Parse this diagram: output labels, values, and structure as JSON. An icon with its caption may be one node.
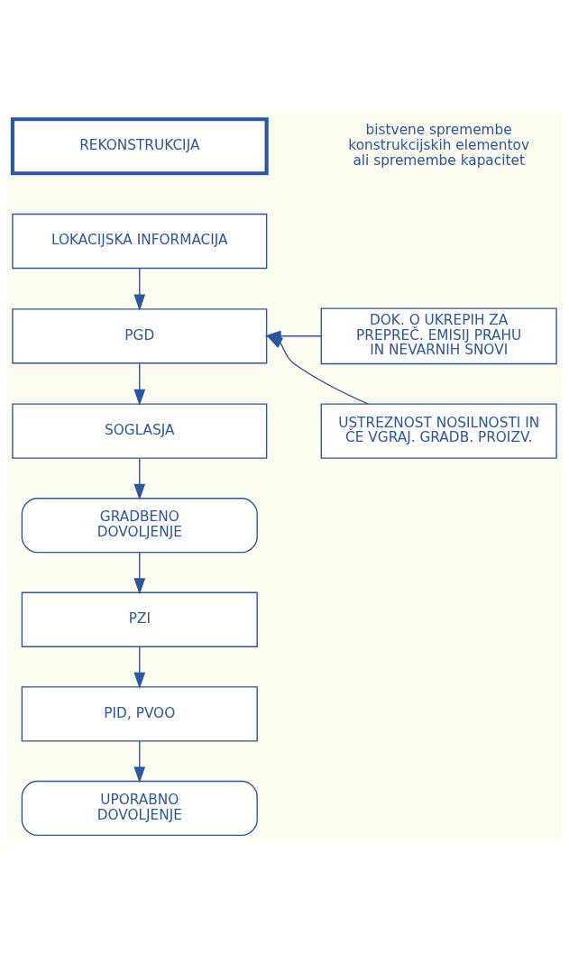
{
  "diagram": {
    "nodes": [
      {
        "text": [
          "REKONSTRUKCIJA"
        ]
      },
      {
        "text": [
          "LOKACIJSKA INFORMACIJA"
        ]
      },
      {
        "text": [
          "PGD"
        ]
      },
      {
        "text": [
          "DOK. O UKREPIH ZA PREPREČ. EMISIJ PRAHU IN NEVARNIH SNOVI"
        ]
      },
      {
        "text": [
          "SOGLASJA"
        ]
      },
      {
        "text": [
          "USTREZNOST NOSILNOSTI IN ČE VGRAJ. GRADB. PROIZV."
        ]
      },
      {
        "text": [
          "GRADBENO DOVOLJENJE"
        ]
      },
      {
        "text": [
          "PZI"
        ]
      },
      {
        "text": [
          "PID, PVOO"
        ]
      },
      {
        "text": [
          "UPORABNO DOVOLJENJE"
        ]
      }
    ],
    "edges": [
      {
        "from": 1,
        "to": 2,
        "arrow": "to"
      },
      {
        "from": 3,
        "to": 2,
        "arrow": "to"
      },
      {
        "from": 5,
        "to": 2,
        "arrow": "to"
      },
      {
        "from": 2,
        "to": 4,
        "arrow": "to"
      },
      {
        "from": 4,
        "to": 6,
        "arrow": "to"
      },
      {
        "from": 6,
        "to": 7,
        "arrow": "to"
      },
      {
        "from": 7,
        "to": 8,
        "arrow": "to"
      },
      {
        "from": 8,
        "to": 9,
        "arrow": "to"
      }
    ],
    "labels": [
      "bistvene spremembe konstrukcijskih elementov ali spremembe kapacitet"
    ]
  }
}
